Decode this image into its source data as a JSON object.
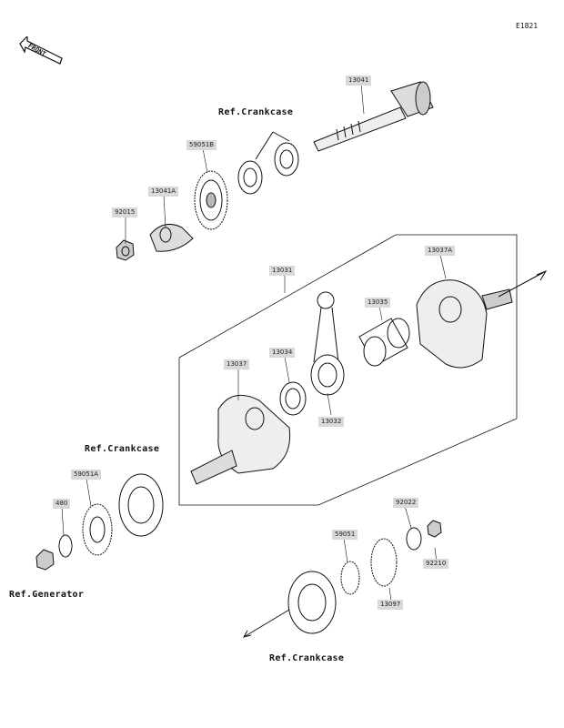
{
  "diagram_code": "E1821",
  "front_text": "FRONT",
  "refs": {
    "crankcase_top": "Ref.Crankcase",
    "crankcase_left": "Ref.Crankcase",
    "crankcase_bottom": "Ref.Crankcase",
    "generator": "Ref.Generator"
  },
  "parts": {
    "p13041": "13041",
    "p59051B": "59051B",
    "p13041A": "13041A",
    "p92015": "92015",
    "p13031": "13031",
    "p13037A": "13037A",
    "p13035": "13035",
    "p13034": "13034",
    "p13037": "13037",
    "p13032": "13032",
    "p59051A": "59051A",
    "p480": "480",
    "p92022": "92022",
    "p59051": "59051",
    "p92210": "92210",
    "p13097": "13097"
  }
}
